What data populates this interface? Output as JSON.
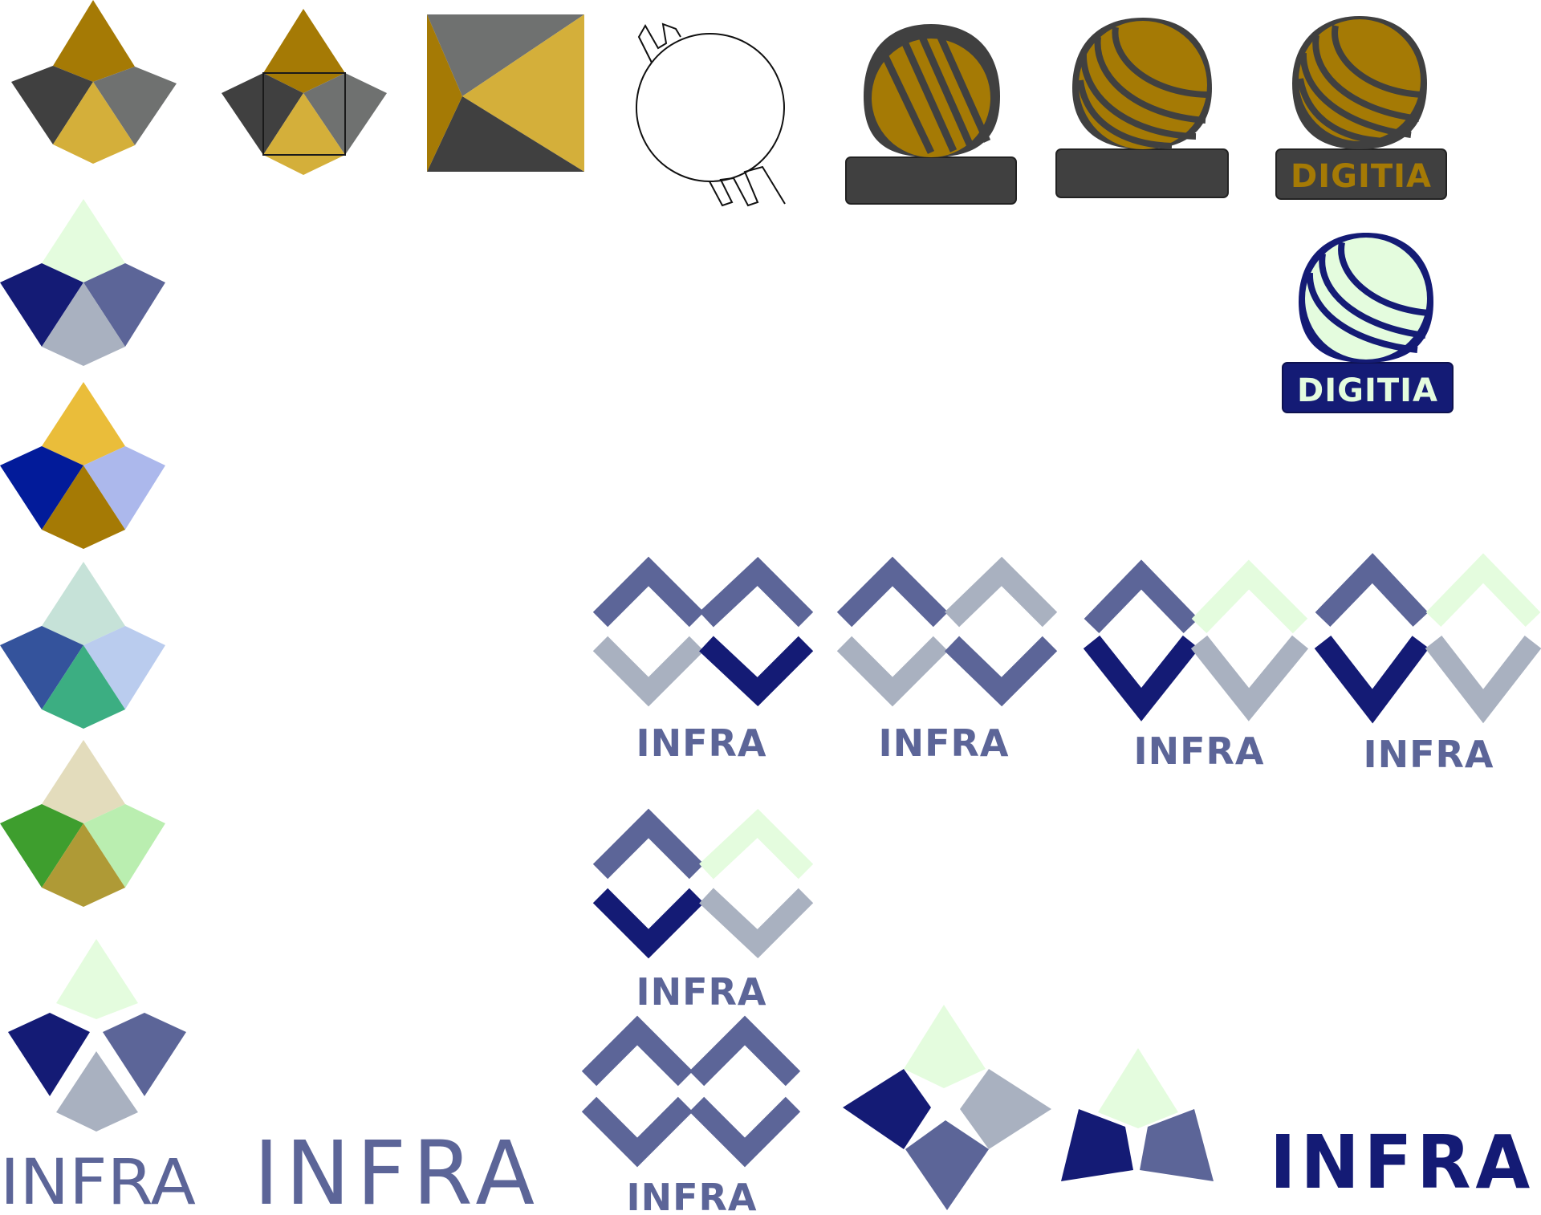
{
  "colors": {
    "ochre": "#A57A05",
    "gold": "#D4AF3A",
    "charcoal": "#404040",
    "slate": "#6F7170",
    "navy": "#141B75",
    "indigo": "#5C6598",
    "greyblue": "#A9B1C0",
    "mint": "#E4FCDE"
  },
  "badges": {
    "gold_text": "DIGITIA",
    "mint_text": "DIGITIA"
  },
  "wordmarks": {
    "infra_1": "INFRA",
    "infra_2": "INFRA",
    "infra_3": "INFRA",
    "infra_4": "INFRA",
    "infra_5": "INFRA",
    "infra_6": "INFRA",
    "infra_thin": "INFRA",
    "infra_wide": "INFRA",
    "infra_heavy": "INFRA"
  }
}
